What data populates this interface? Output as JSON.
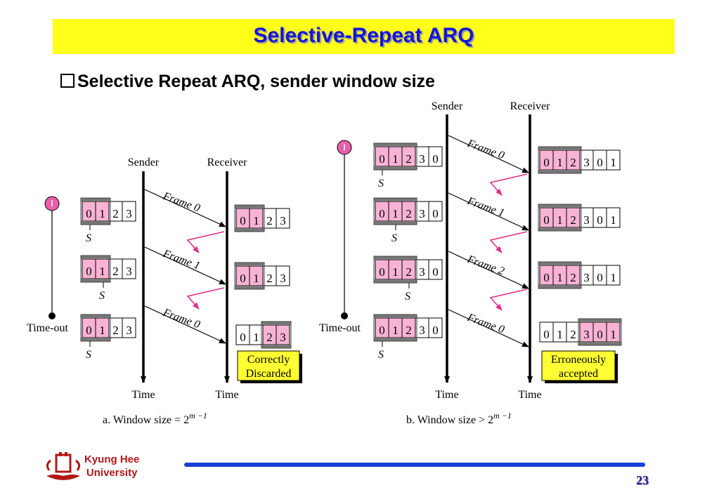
{
  "slide": {
    "title": "Selective-Repeat ARQ",
    "bullet": "Selective Repeat ARQ, sender window size",
    "university": [
      "Kyung Hee",
      "University"
    ],
    "page_number": "23"
  },
  "colors": {
    "title_bg": "#ffff1a",
    "title_text": "#1515d8",
    "highlight": "#f7b2d4",
    "dark_highlight": "#e85fa8",
    "note_bg": "#ffff33",
    "footer_line": "#1a3fd6",
    "lost_arrow": "#e0308a"
  },
  "diagram_a": {
    "sender_label": "Sender",
    "receiver_label": "Receiver",
    "time_label": "Time",
    "timeout_label": "Time-out",
    "pointer_label": "S",
    "caption_prefix": "a. Window size = 2",
    "caption_exp": "m −1",
    "frames": [
      "Frame 0",
      "Frame 1",
      "Frame 0"
    ],
    "sender_windows": [
      {
        "cells": [
          "0",
          "1",
          "2",
          "3"
        ],
        "highlight": [
          0,
          1
        ]
      },
      {
        "cells": [
          "0",
          "1",
          "2",
          "3"
        ],
        "highlight": [
          0,
          1
        ]
      },
      {
        "cells": [
          "0",
          "1",
          "2",
          "3"
        ],
        "highlight": [
          0,
          1
        ]
      }
    ],
    "receiver_windows": [
      {
        "cells": [
          "0",
          "1",
          "2",
          "3"
        ],
        "highlight": [
          0,
          1
        ]
      },
      {
        "cells": [
          "0",
          "1",
          "2",
          "3"
        ],
        "highlight": [
          0,
          1
        ]
      },
      {
        "cells": [
          "0",
          "1",
          "2",
          "3"
        ],
        "highlight": [
          2,
          3
        ]
      }
    ],
    "note": [
      "Correctly",
      "Discarded"
    ]
  },
  "diagram_b": {
    "sender_label": "Sender",
    "receiver_label": "Receiver",
    "time_label": "Time",
    "timeout_label": "Time-out",
    "pointer_label": "S",
    "caption_prefix": "b. Window size > 2",
    "caption_exp": "m −1",
    "frames": [
      "Frame 0",
      "Frame 1",
      "Frame 2",
      "Frame 0"
    ],
    "sender_windows": [
      {
        "cells": [
          "0",
          "1",
          "2",
          "3",
          "0"
        ],
        "highlight": [
          0,
          1,
          2
        ]
      },
      {
        "cells": [
          "0",
          "1",
          "2",
          "3",
          "0"
        ],
        "highlight": [
          0,
          1,
          2
        ]
      },
      {
        "cells": [
          "0",
          "1",
          "2",
          "3",
          "0"
        ],
        "highlight": [
          0,
          1,
          2
        ]
      },
      {
        "cells": [
          "0",
          "1",
          "2",
          "3",
          "0"
        ],
        "highlight": [
          0,
          1,
          2
        ]
      }
    ],
    "receiver_windows": [
      {
        "cells": [
          "0",
          "1",
          "2",
          "3",
          "0",
          "1"
        ],
        "highlight": [
          0,
          1,
          2
        ]
      },
      {
        "cells": [
          "0",
          "1",
          "2",
          "3",
          "0",
          "1"
        ],
        "highlight": [
          0,
          1,
          2
        ]
      },
      {
        "cells": [
          "0",
          "1",
          "2",
          "3",
          "0",
          "1"
        ],
        "highlight": [
          0,
          1,
          2
        ]
      },
      {
        "cells": [
          "0",
          "1",
          "2",
          "3",
          "0",
          "1"
        ],
        "highlight": [
          3,
          4,
          5
        ]
      }
    ],
    "note": [
      "Erroneously",
      "accepted"
    ]
  }
}
